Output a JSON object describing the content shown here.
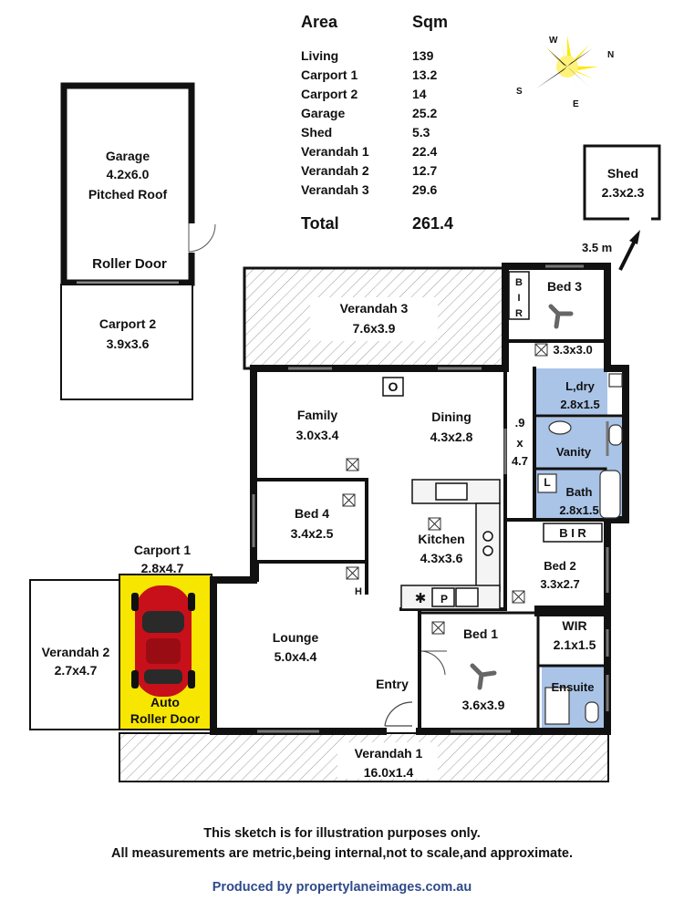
{
  "area_table": {
    "header_area": "Area",
    "header_sqm": "Sqm",
    "rows": [
      {
        "name": "Living",
        "sqm": "139"
      },
      {
        "name": "Carport 1",
        "sqm": "13.2"
      },
      {
        "name": "Carport 2",
        "sqm": "14"
      },
      {
        "name": "Garage",
        "sqm": "25.2"
      },
      {
        "name": "Shed",
        "sqm": "5.3"
      },
      {
        "name": "Verandah 1",
        "sqm": "22.4"
      },
      {
        "name": "Verandah 2",
        "sqm": "12.7"
      },
      {
        "name": "Verandah 3",
        "sqm": "29.6"
      }
    ],
    "total_label": "Total",
    "total_value": "261.4"
  },
  "compass": {
    "n": "N",
    "s": "S",
    "e": "E",
    "w": "W"
  },
  "rooms": {
    "garage": {
      "name": "Garage",
      "dims": "4.2x6.0",
      "note": "Pitched Roof",
      "door": "Roller Door"
    },
    "carport2": {
      "name": "Carport 2",
      "dims": "3.9x3.6"
    },
    "shed": {
      "name": "Shed",
      "dims": "2.3x2.3",
      "distance": "3.5 m"
    },
    "verandah3": {
      "name": "Verandah 3",
      "dims": "7.6x3.9"
    },
    "bed3": {
      "name": "Bed 3",
      "dims": "3.3x3.0",
      "bir": [
        "B",
        "I",
        "R"
      ]
    },
    "laundry": {
      "name": "L,dry",
      "dims": "2.8x1.5"
    },
    "hall": {
      "line1": ".9",
      "line2": "x",
      "line3": "4.7"
    },
    "vanity": {
      "name": "Vanity"
    },
    "bath": {
      "name": "Bath",
      "dims": "2.8x1.5",
      "l": "L"
    },
    "family": {
      "name": "Family",
      "dims": "3.0x3.4"
    },
    "dining": {
      "name": "Dining",
      "dims": "4.3x2.8",
      "oven": "O"
    },
    "bed4": {
      "name": "Bed 4",
      "dims": "3.4x2.5"
    },
    "kitchen": {
      "name": "Kitchen",
      "dims": "4.3x3.6",
      "pantry": "P"
    },
    "bed2": {
      "name": "Bed 2",
      "dims": "3.3x2.7",
      "bir": "B I R"
    },
    "carport1": {
      "name": "Carport 1",
      "dims": "2.8x4.7",
      "door_line1": "Auto",
      "door_line2": "Roller Door"
    },
    "verandah2": {
      "name": "Verandah 2",
      "dims": "2.7x4.7"
    },
    "lounge": {
      "name": "Lounge",
      "dims": "5.0x4.4",
      "h": "H"
    },
    "entry": {
      "name": "Entry"
    },
    "bed1": {
      "name": "Bed 1",
      "dims": "3.6x3.9"
    },
    "wir": {
      "name": "WIR",
      "dims": "2.1x1.5"
    },
    "ensuite": {
      "name": "Ensuite"
    },
    "verandah1": {
      "name": "Verandah 1",
      "dims": "16.0x1.4"
    }
  },
  "footer": {
    "line1": "This sketch is for illustration purposes only.",
    "line2": "All measurements are metric,being internal,not to scale,and approximate.",
    "credit": "Produced by propertylaneimages.com.au"
  },
  "colors": {
    "wet_area": "#aac4e8",
    "carport_door": "#f7e600",
    "car": "#c8101a",
    "credit": "#2f4a8a"
  }
}
